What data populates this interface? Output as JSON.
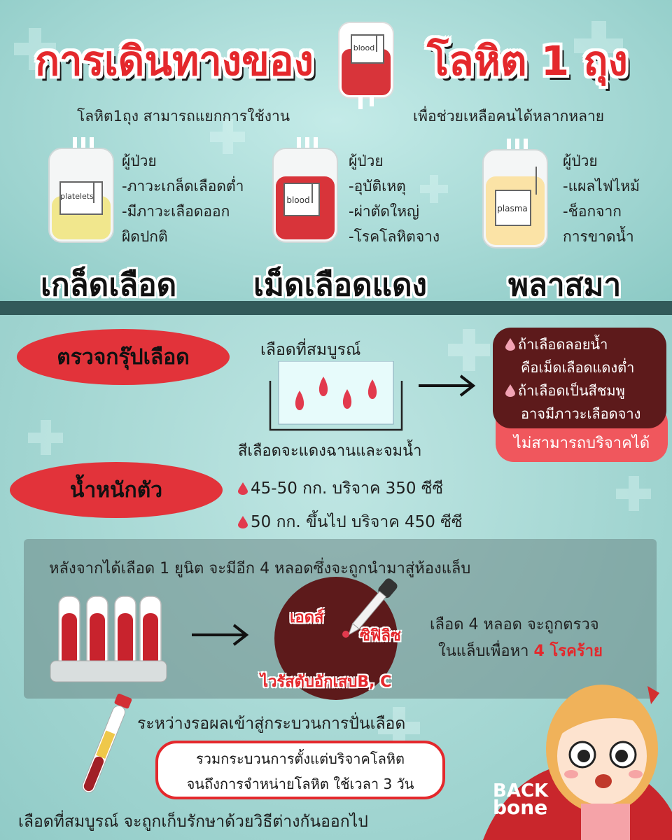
{
  "header": {
    "title_left": "การเดินทางของ",
    "title_right": "โลหิต 1 ถุง",
    "bag_label": "blood",
    "subtitle_left": "โลหิต1ถุง สามารถแยกการใช้งาน",
    "subtitle_right": "เพื่อช่วยเหลือคนได้หลากหลาย"
  },
  "components": [
    {
      "bag_label": "platelets",
      "name": "เกล็ดเลือด",
      "lines": [
        "ผู้ป่วย",
        "-ภาวะเกล็ดเลือดต่ำ",
        "-มีภาวะเลือดออก",
        "ผิดปกติ"
      ],
      "fill": "#f1e78d"
    },
    {
      "bag_label": "blood",
      "name": "เม็ดเลือดแดง",
      "lines": [
        "ผู้ป่วย",
        "-อุบัติเหตุ",
        "-ผ่าตัดใหญ่",
        "-โรคโลหิตจาง"
      ],
      "fill": "#d8343a"
    },
    {
      "bag_label": "plasma",
      "name": "พลาสมา",
      "lines": [
        "ผู้ป่วย",
        "-แผลไฟไหม้",
        "-ช็อกจาก",
        "การขาดน้ำ"
      ],
      "fill": "#fbe3a6"
    }
  ],
  "group_test": {
    "pill": "ตรวจกรุ๊ปเลือด",
    "caption_top": "เลือดที่สมบูรณ์",
    "caption_bottom": "สีเลือดจะแดงฉานและจมน้ำ",
    "result_line1": "ถ้าเลือดลอยน้ำ",
    "result_line2": "คือเม็ดเลือดแดงต่ำ",
    "result_line3": "ถ้าเลือดเป็นสีชมพู",
    "result_line4": "อาจมีภาวะเลือดจาง",
    "cannot_donate": "ไม่สามารถบริจาคได้"
  },
  "weight": {
    "pill": "น้ำหนักตัว",
    "line1": "45-50 กก. บริจาค 350 ซีซี",
    "line2": "50 กก. ขึ้นไป บริจาค 450 ซีซี"
  },
  "lab": {
    "heading": "หลังจากได้เลือด 1 ยูนิต จะมีอีก 4 หลอดซึ่งจะถูกนำมาสู่ห้องแล็บ",
    "disease_aids": "เอดส์",
    "disease_syphilis": "ซิฟิลิซ",
    "disease_hepatitis": "ไวรัสตับอักเสบB, C",
    "desc_line1": "เลือด 4 หลอด จะถูกตรวจ",
    "desc_line2_prefix": "ในแล็บเพื่อหา",
    "desc_highlight": "4 โรคร้าย"
  },
  "process": {
    "heading": "ระหว่างรอผลเข้าสู่กระบวนการปั่นเลือด",
    "note_line1": "รวมกระบวนการตั้งแต่บริจาคโลหิต",
    "note_line2": "จนถึงการจำหน่ายโลหิต ใช้เวลา 3 วัน",
    "footer": "เลือดที่สมบูรณ์ จะถูกเก็บรักษาด้วยวิธีต่างกันออกไป"
  },
  "brand": {
    "line1": "BACK",
    "line2": "bone"
  },
  "colors": {
    "accent_red": "#e4282c",
    "dark_red": "#5d1a1b",
    "pink": "#f0575d",
    "teal_band": "#325a5a"
  }
}
